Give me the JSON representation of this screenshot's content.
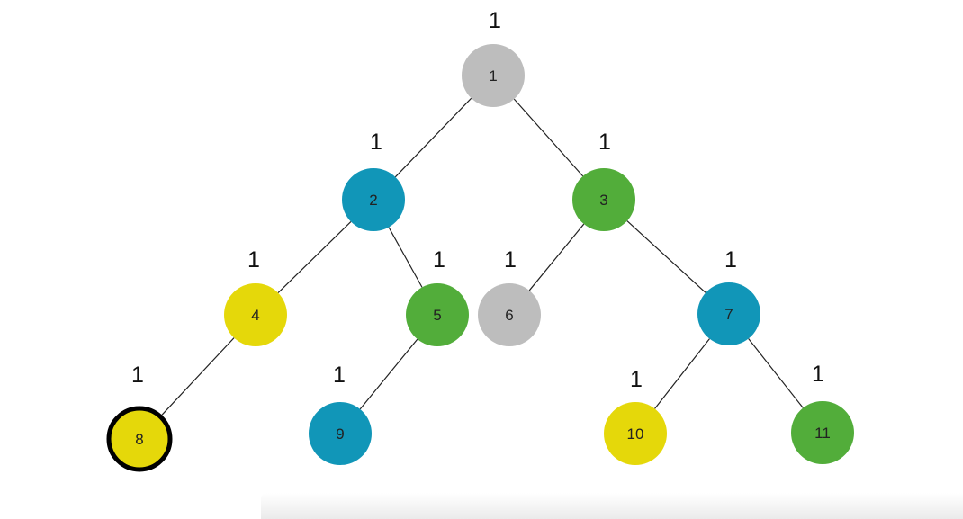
{
  "colors": {
    "gray": "#bdbdbd",
    "blue": "#1196b8",
    "green": "#52ad3a",
    "yellow": "#e5d80a",
    "highlight_border": "#000000",
    "edge": "#222222"
  },
  "nodes": [
    {
      "id": "1",
      "label": "1",
      "weight": "1",
      "color": "gray"
    },
    {
      "id": "2",
      "label": "2",
      "weight": "1",
      "color": "blue"
    },
    {
      "id": "3",
      "label": "3",
      "weight": "1",
      "color": "green"
    },
    {
      "id": "4",
      "label": "4",
      "weight": "1",
      "color": "yellow"
    },
    {
      "id": "5",
      "label": "5",
      "weight": "1",
      "color": "green"
    },
    {
      "id": "6",
      "label": "6",
      "weight": "1",
      "color": "gray"
    },
    {
      "id": "7",
      "label": "7",
      "weight": "1",
      "color": "blue"
    },
    {
      "id": "8",
      "label": "8",
      "weight": "1",
      "color": "yellow",
      "highlighted": true
    },
    {
      "id": "9",
      "label": "9",
      "weight": "1",
      "color": "blue"
    },
    {
      "id": "10",
      "label": "10",
      "weight": "1",
      "color": "yellow"
    },
    {
      "id": "11",
      "label": "11",
      "weight": "1",
      "color": "green"
    }
  ],
  "edges": [
    {
      "from": "1",
      "to": "2"
    },
    {
      "from": "1",
      "to": "3"
    },
    {
      "from": "2",
      "to": "4"
    },
    {
      "from": "2",
      "to": "5"
    },
    {
      "from": "3",
      "to": "6"
    },
    {
      "from": "3",
      "to": "7"
    },
    {
      "from": "4",
      "to": "8"
    },
    {
      "from": "5",
      "to": "9"
    },
    {
      "from": "7",
      "to": "10"
    },
    {
      "from": "7",
      "to": "11"
    }
  ]
}
